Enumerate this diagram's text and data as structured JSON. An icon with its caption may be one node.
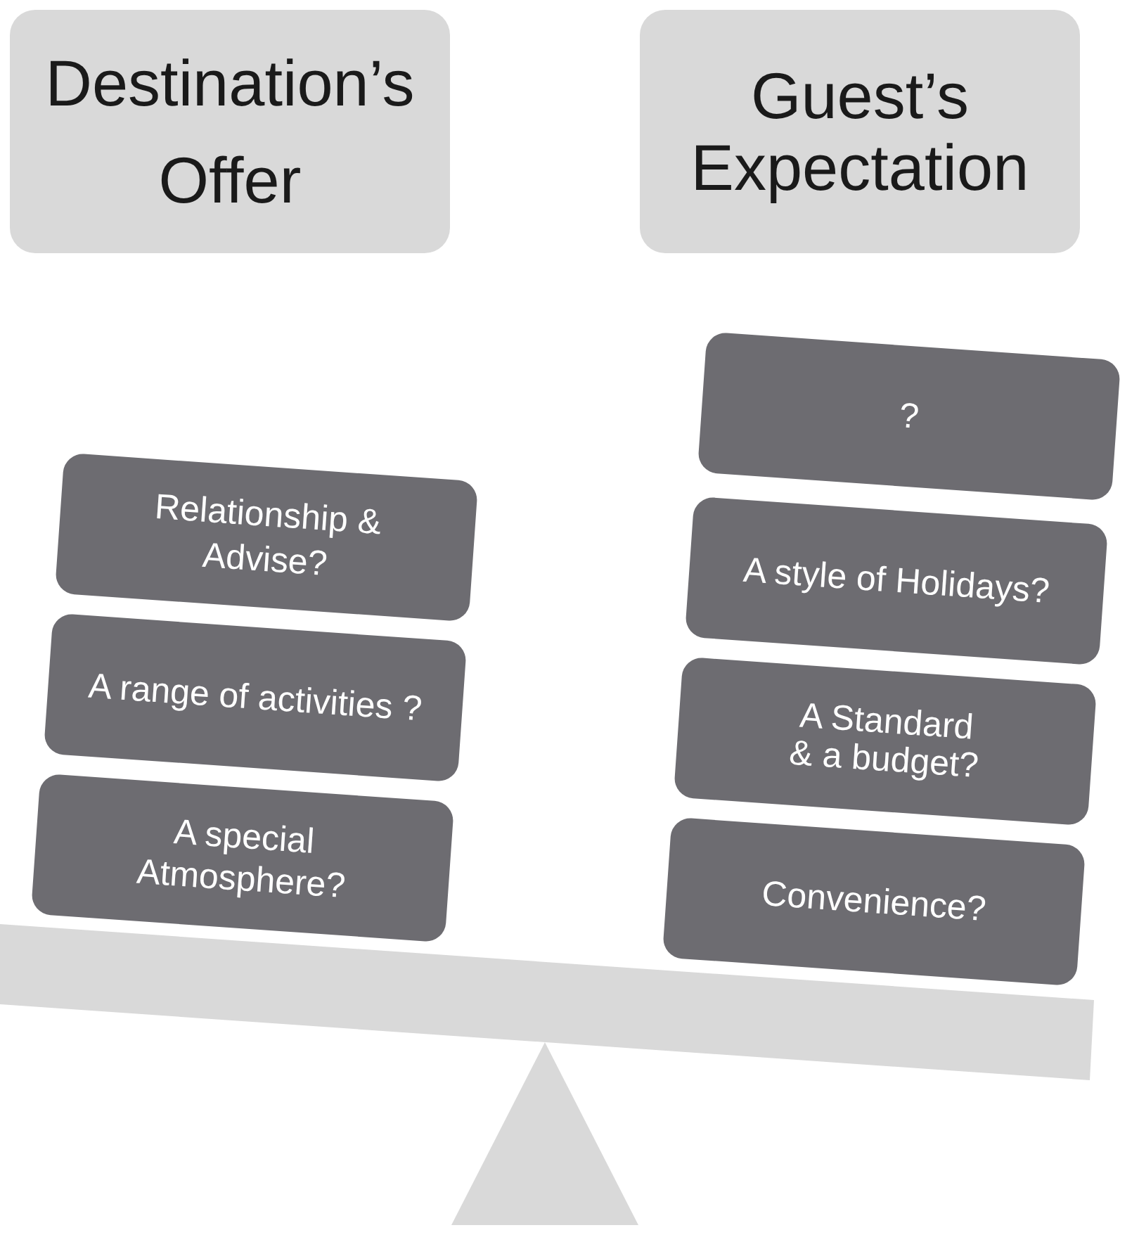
{
  "diagram": {
    "nodes": [
      {
        "text": [
          "Destination’s Offer"
        ]
      },
      {
        "text": [
          "Guest’s Expectation"
        ]
      },
      {
        "text": [
          "Relationship & Advise?"
        ]
      },
      {
        "text": [
          "A range of activities ?"
        ]
      },
      {
        "text": [
          "A special Atmosphere?"
        ]
      },
      {
        "text": [
          "?"
        ]
      },
      {
        "text": [
          "A style of Holidays?"
        ]
      },
      {
        "text": [
          "A Standard & a budget?"
        ]
      },
      {
        "text": [
          "Convenience?"
        ]
      },
      {
        "text": [],
        "shape": "bar"
      },
      {
        "text": [],
        "shape": "triangle"
      }
    ]
  }
}
